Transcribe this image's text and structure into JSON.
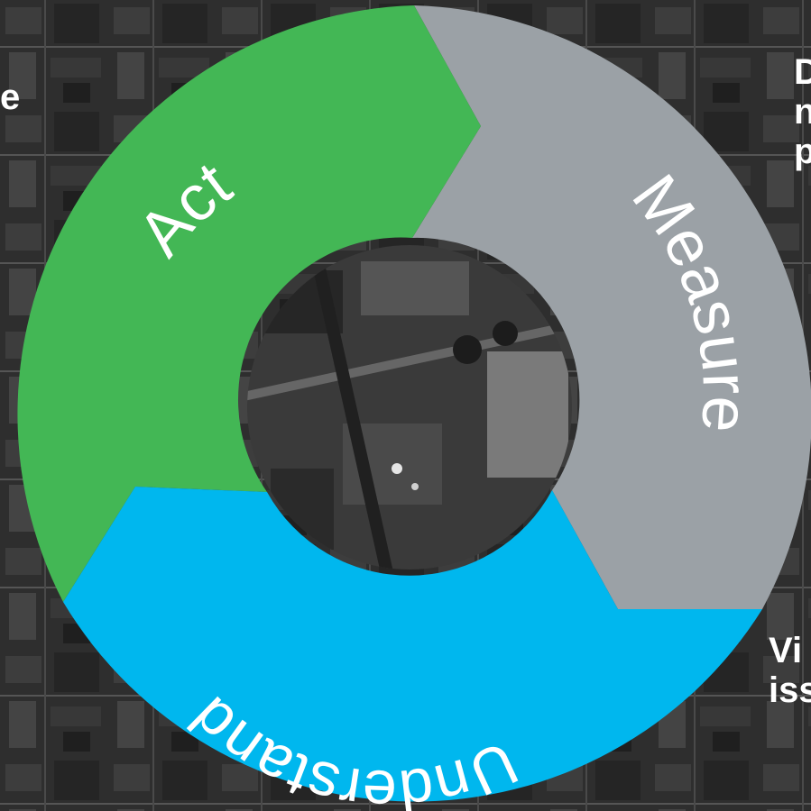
{
  "diagram": {
    "segments": [
      {
        "id": "act",
        "label": "Act",
        "color": "#43b755"
      },
      {
        "id": "measure",
        "label": "Measure",
        "color": "#9ba1a6"
      },
      {
        "id": "understand",
        "label": "Understand",
        "color": "#00b7ee"
      }
    ]
  },
  "fragments": {
    "top_left": "e",
    "top_right": "D\nn\np",
    "bottom_right": "Vi\niss"
  },
  "colors": {
    "background": "#2c2c2c",
    "text": "#ffffff"
  }
}
